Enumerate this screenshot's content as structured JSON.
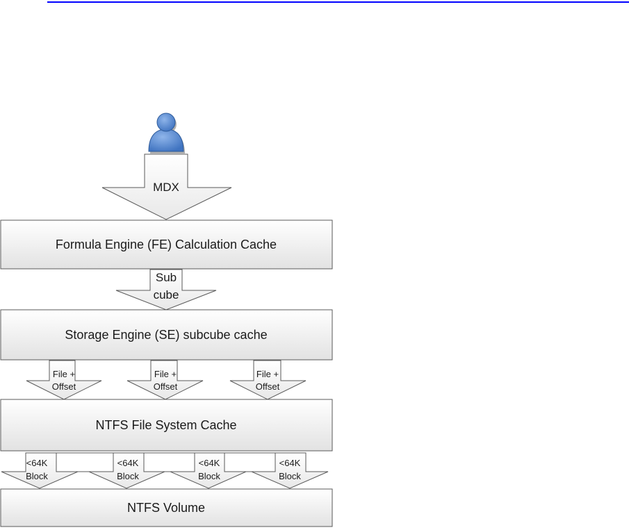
{
  "layers": {
    "fe": "Formula Engine (FE) Calculation Cache",
    "se": "Storage Engine (SE) subcube cache",
    "ntfs_cache": "NTFS File System Cache",
    "ntfs_volume": "NTFS Volume"
  },
  "arrows": {
    "mdx": "MDX",
    "subcube_line1": "Sub",
    "subcube_line2": "cube",
    "file_offset_line1": "File +",
    "file_offset_line2": "Offset",
    "block_line1": "<64K",
    "block_line2": "Block"
  },
  "colors": {
    "box_top": "#ffffff",
    "box_bottom": "#e4e4e4",
    "stroke": "#595959",
    "user_icon": "#5b8ed6",
    "rule": "#0000ff"
  },
  "icons": {
    "user": "user-icon"
  }
}
